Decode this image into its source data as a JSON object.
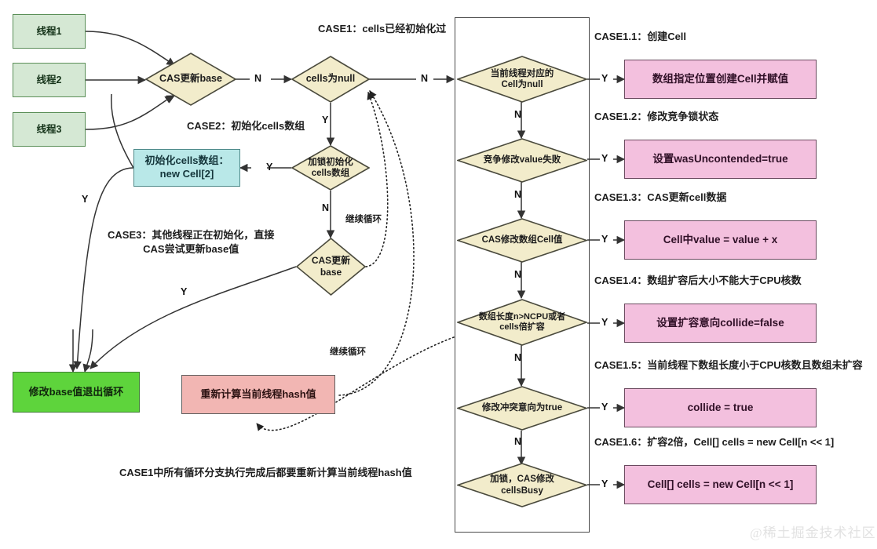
{
  "meta": {
    "watermark": "@稀土掘金技术社区",
    "colors": {
      "thread_fill": "#d5e8d4",
      "thread_stroke": "#5b8f58",
      "diamond_fill": "#f2eccb",
      "diamond_stroke": "#4a4a3d",
      "pink_fill": "#f3c0de",
      "pink_stroke": "#6a4a5f",
      "cyan_fill": "#b9e8e8",
      "cyan_stroke": "#4f8a8a",
      "green_fill": "#5ed43c",
      "green_stroke": "#3f7d34",
      "salmon_fill": "#f2b6b3",
      "salmon_stroke": "#5e5e5e",
      "edge_stroke": "#333333"
    }
  },
  "threads": [
    {
      "label": "线程1"
    },
    {
      "label": "线程2"
    },
    {
      "label": "线程3"
    }
  ],
  "decisions": {
    "cas_update_base": "CAS更新base",
    "cells_is_null": "cells为null",
    "lock_init_cells": "加锁初始化\ncells数组",
    "cas_update_base2": "CAS更新\nbase",
    "thread_cell_null": "当前线程对应的\nCell为null",
    "contend_modify_value_fail": "竞争修改value失败",
    "cas_modify_array_cell": "CAS修改数组Cell值",
    "array_len_gt_ncpu": "数组长度n>NCPU或者\ncells倍扩容",
    "modify_collide_true": "修改冲突意向为true",
    "lock_cas_cellsbusy": "加锁，CAS修改\ncellsBusy"
  },
  "process_boxes": {
    "init_cells_array": "初始化cells数组：\nnew Cell[2]",
    "exit_loop": "修改base值退出循环",
    "recompute_hash": "重新计算当前线程hash值"
  },
  "results": [
    {
      "id": "case1_1",
      "text": "数组指定位置创建Cell并赋值"
    },
    {
      "id": "case1_2",
      "text": "设置wasUncontended=true"
    },
    {
      "id": "case1_3",
      "text": "Cell中value = value + x"
    },
    {
      "id": "case1_4",
      "text": "设置扩容意向collide=false"
    },
    {
      "id": "case1_5",
      "text": "collide = true"
    },
    {
      "id": "case1_6",
      "text": "Cell[] cells = new Cell[n << 1]"
    }
  ],
  "captions": {
    "case1": "CASE1：cells已经初始化过",
    "case2": "CASE2：初始化cells数组",
    "case3": "CASE3：其他线程正在初始化，直接\nCAS尝试更新base值",
    "case1_1": "CASE1.1：创建Cell",
    "case1_2": "CASE1.2：修改竞争锁状态",
    "case1_3": "CASE1.3：CAS更新cell数据",
    "case1_4": "CASE1.4：数组扩容后大小不能大于CPU核数",
    "case1_5": "CASE1.5：当前线程下数组长度小于CPU核数且数组未扩容",
    "case1_6": "CASE1.6：扩容2倍，Cell[] cells = new Cell[n << 1]",
    "loop_continue_1": "继续循环",
    "loop_continue_2": "继续循环",
    "footer_note": "CASE1中所有循环分支执行完成后都要重新计算当前线程hash值"
  },
  "edge_labels": {
    "n_base_to_cells": "N",
    "n_cells_to_right": "N",
    "y_cells_to_lock": "Y",
    "y_lock_to_init": "Y",
    "n_lock_to_cas": "N",
    "y_init_to_exit": "Y",
    "y_cas_to_exit": "Y",
    "y_case1_1": "Y",
    "n_case1_1": "N",
    "y_case1_2": "Y",
    "n_case1_2": "N",
    "y_case1_3": "Y",
    "n_case1_3": "N",
    "y_case1_4": "Y",
    "n_case1_4": "N",
    "y_case1_5": "Y",
    "n_case1_5": "N",
    "y_case1_6": "Y"
  }
}
